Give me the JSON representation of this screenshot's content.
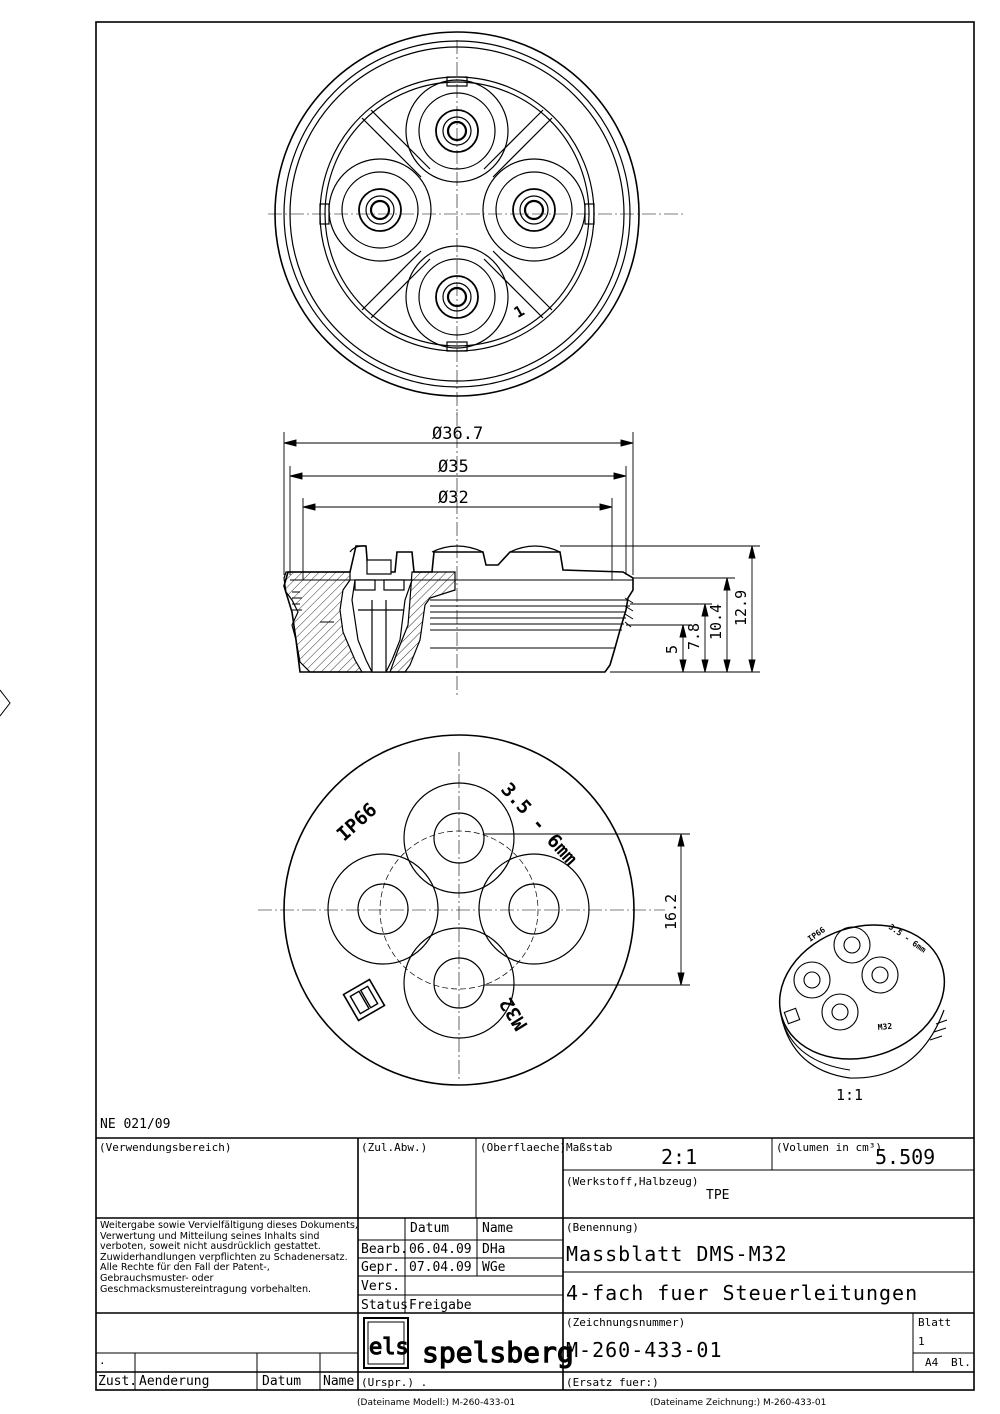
{
  "drawing": {
    "ne_note": "NE 021/09",
    "dimensions": {
      "dia_outer": "Ø36.7",
      "dia_mid": "Ø35",
      "dia_inner": "Ø32",
      "height_5": "5",
      "height_78": "7.8",
      "height_104": "10.4",
      "height_129": "12.9",
      "spacing": "16.2"
    },
    "markings": {
      "ip": "IP66",
      "cable_range": "3.5 - 6mm",
      "thread": "M32",
      "numeral": "1"
    },
    "scale_label": "1:1"
  },
  "title_block": {
    "verwendungsbereich": "(Verwendungsbereich)",
    "zul_abw": "(Zul.Abw.)",
    "oberflaeche": "(Oberflaeche)",
    "massstab_label": "Maßstab",
    "massstab_value": "2:1",
    "volumen_label": "(Volumen in cm³)",
    "volumen_value": "5.509",
    "werkstoff_label": "(Werkstoff,Halbzeug)",
    "werkstoff_value": "TPE",
    "notice": "Weitergabe sowie Vervielfältigung dieses Dokuments, Verwertung und Mitteilung seines Inhalts sind verboten, soweit nicht ausdrücklich gestattet. Zuwiderhandlungen verpflichten zu Schadenersatz. Alle Rechte für den Fall der Patent-, Gebrauchsmuster- oder Geschmacksmustereintragung vorbehalten.",
    "col_datum": "Datum",
    "col_name": "Name",
    "row_bearb": "Bearb.",
    "bearb_datum": "06.04.09",
    "bearb_name": "DHa",
    "row_gepr": "Gepr.",
    "gepr_datum": "07.04.09",
    "gepr_name": "WGe",
    "row_vers": "Vers.",
    "row_status": "Status",
    "status_value": "Freigabe",
    "benennung_label": "(Benennung)",
    "title_line1": "Massblatt DMS-M32",
    "title_line2": "4-fach fuer Steuerleitungen",
    "zeichnungsnummer_label": "(Zeichnungsnummer)",
    "zeichnungsnummer": "M-260-433-01",
    "blatt_label": "Blatt",
    "blatt_value": "1",
    "format": "A4",
    "bl": "Bl.",
    "logo_short": "els",
    "logo_name": "spelsberg",
    "dot": ".",
    "zust": "Zust.",
    "aenderung": "Aenderung",
    "foot_datum": "Datum",
    "foot_name": "Name",
    "urspr": "(Urspr.) .",
    "ersatz": "(Ersatz fuer:)",
    "dateiname_modell": "(Dateiname Modell:) M-260-433-01",
    "dateiname_zeichnung": "(Dateiname Zeichnung:) M-260-433-01"
  }
}
